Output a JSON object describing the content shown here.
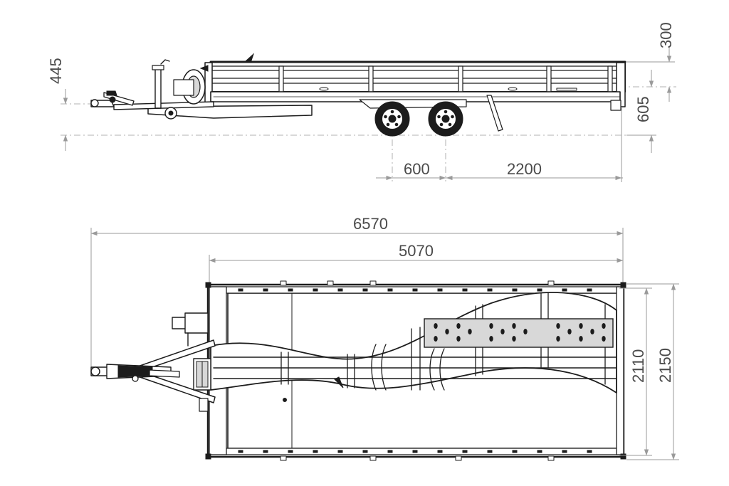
{
  "dimensions": {
    "side_view": {
      "drawbar_height": "445",
      "side_wall_height": "300",
      "deck_height": "605",
      "axle_spacing": "600",
      "rear_overhang": "2200"
    },
    "top_view": {
      "overall_length": "6570",
      "body_length": "5070",
      "inner_width": "2110",
      "outer_width": "2150"
    }
  },
  "colors": {
    "ink": "#1c1c1c",
    "dimension_line": "#9a9a9a",
    "dimension_text": "#4a4a4a",
    "background": "#ffffff"
  }
}
